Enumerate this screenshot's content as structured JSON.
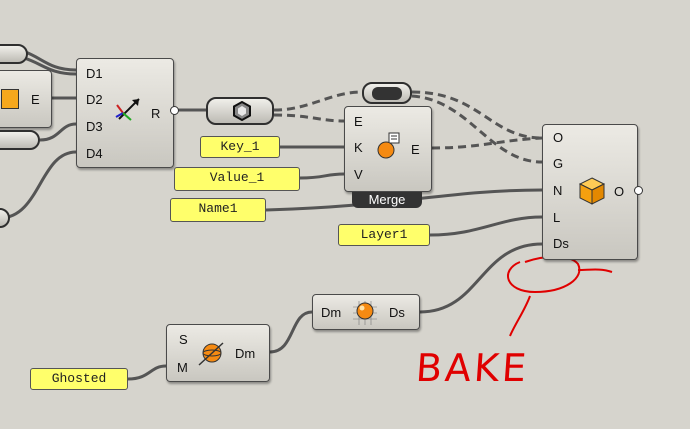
{
  "components": {
    "explode": {
      "inputs": [
        "D1",
        "D2",
        "D3",
        "D4"
      ],
      "output": "R"
    },
    "merge": {
      "inputs": [
        "E",
        "K",
        "V"
      ],
      "output": "E",
      "title": "Merge"
    },
    "bake": {
      "inputs": [
        "O",
        "G",
        "N",
        "L",
        "Ds"
      ],
      "output": "O"
    },
    "displayMat": {
      "input": "Dm",
      "output": "Ds"
    },
    "shader": {
      "inputs": [
        "S",
        "M"
      ],
      "output": "Dm"
    },
    "leftStub": {
      "output": "E"
    }
  },
  "panels": {
    "key": "Key_1",
    "value": "Value_1",
    "name": "Name1",
    "layer": "Layer1",
    "ghosted": "Ghosted"
  },
  "annotation": "BAKE",
  "colors": {
    "canvas": "#d6d4cd",
    "panel": "#ffff6b",
    "annotation": "#e00000",
    "wire": "#555555"
  }
}
